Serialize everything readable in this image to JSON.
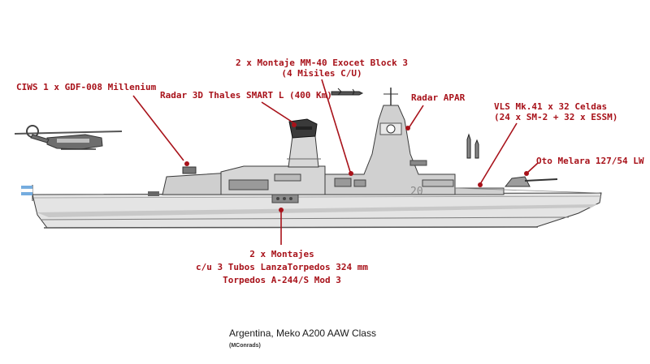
{
  "labels": {
    "exocet_line1": "2 x Montaje MM-40 Exocet Block 3",
    "exocet_line2": "(4 Misiles C/U)",
    "ciws": "CIWS 1 x GDF-008 Millenium",
    "radar_smart": "Radar 3D Thales SMART L (400 Km)",
    "radar_apar": "Radar APAR",
    "vls_line1": "VLS Mk.41 x 32 Celdas",
    "vls_line2": "(24 x SM-2 + 32 x ESSM)",
    "gun": "Oto Melara 127/54 LW",
    "torp_line1": "2 x Montajes",
    "torp_line2": "c/u 3 Tubos  LanzaTorpedos 324 mm",
    "torp_line3": "Torpedos A-244/S Mod 3"
  },
  "hull_number": "20",
  "caption": "Argentina, Meko A200 AAW Class",
  "credit": "(MConrads)",
  "colors": {
    "label_red": "#a8121a",
    "hull_light": "#e4e4e4",
    "hull_mid": "#bdbdbd",
    "hull_dark": "#8c8c8c",
    "waterline": "#7a7a7a",
    "outline": "#3a3a3a",
    "flag_blue": "#74acdf"
  }
}
